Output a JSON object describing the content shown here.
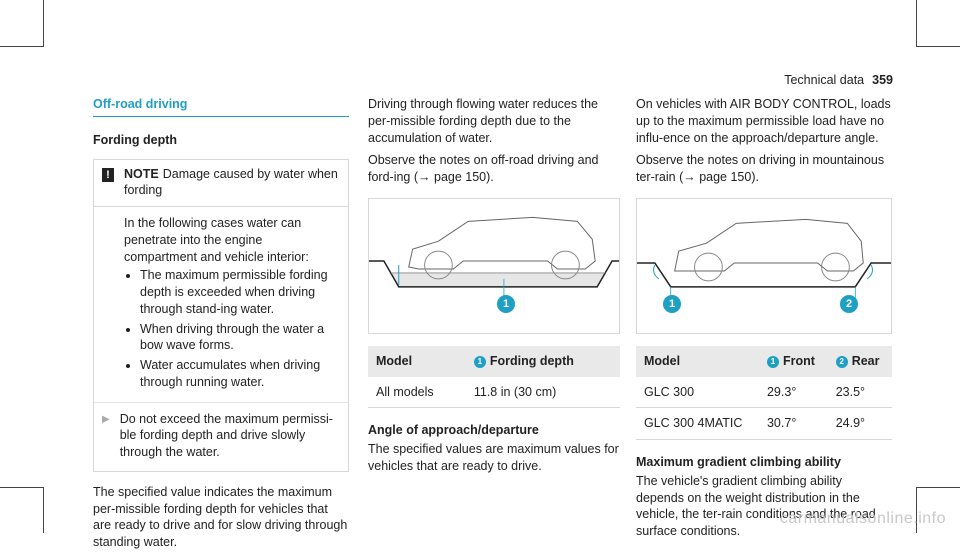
{
  "header": {
    "section": "Technical data",
    "page": "359"
  },
  "col1": {
    "section_title": "Off-road driving",
    "sub_title": "Fording depth",
    "note": {
      "mark": "!",
      "label": "NOTE",
      "title": "Damage caused by water when fording",
      "intro": "In the following cases water can penetrate into the engine compartment and vehicle interior:",
      "items": [
        "The maximum permissible fording depth is exceeded when driving through stand-ing water.",
        "When driving through the water a bow wave forms.",
        "Water accumulates when driving through running water."
      ],
      "tip": "Do not exceed the maximum permissi-ble fording depth and drive slowly through the water."
    },
    "paragraph": "The specified value indicates the maximum per-missible fording depth for vehicles that are ready to drive and for slow driving through standing water."
  },
  "col2": {
    "p1": "Driving through flowing water reduces the per-missible fording depth due to the accumulation of water.",
    "p2": "Observe the notes on off-road driving and ford-ing (→ page 150).",
    "figure_badge": "1",
    "table": {
      "headers": [
        "Model",
        "Fording depth"
      ],
      "header_badge": "1",
      "rows": [
        [
          "All models",
          "11.8 in (30 cm)"
        ]
      ]
    },
    "sub_title": "Angle of approach/departure",
    "p3": "The specified values are maximum values for vehicles that are ready to drive."
  },
  "col3": {
    "p1": "On vehicles with AIR BODY CONTROL, loads up to the maximum permissible load have no influ-ence on the approach/departure angle.",
    "p2": "Observe the notes on driving in mountainous ter-rain (→ page 150).",
    "figure_badges": [
      "1",
      "2"
    ],
    "table": {
      "headers": [
        "Model",
        "Front",
        "Rear"
      ],
      "header_badges": [
        "1",
        "2"
      ],
      "rows": [
        [
          "GLC 300",
          "29.3°",
          "23.5°"
        ],
        [
          "GLC 300 4MATIC",
          "30.7°",
          "24.9°"
        ]
      ]
    },
    "sub_title": "Maximum gradient climbing ability",
    "p3": "The vehicle's gradient climbing ability depends on the weight distribution in the vehicle, the ter-rain conditions and the road surface conditions."
  },
  "watermark": "carmanualsonline.info"
}
